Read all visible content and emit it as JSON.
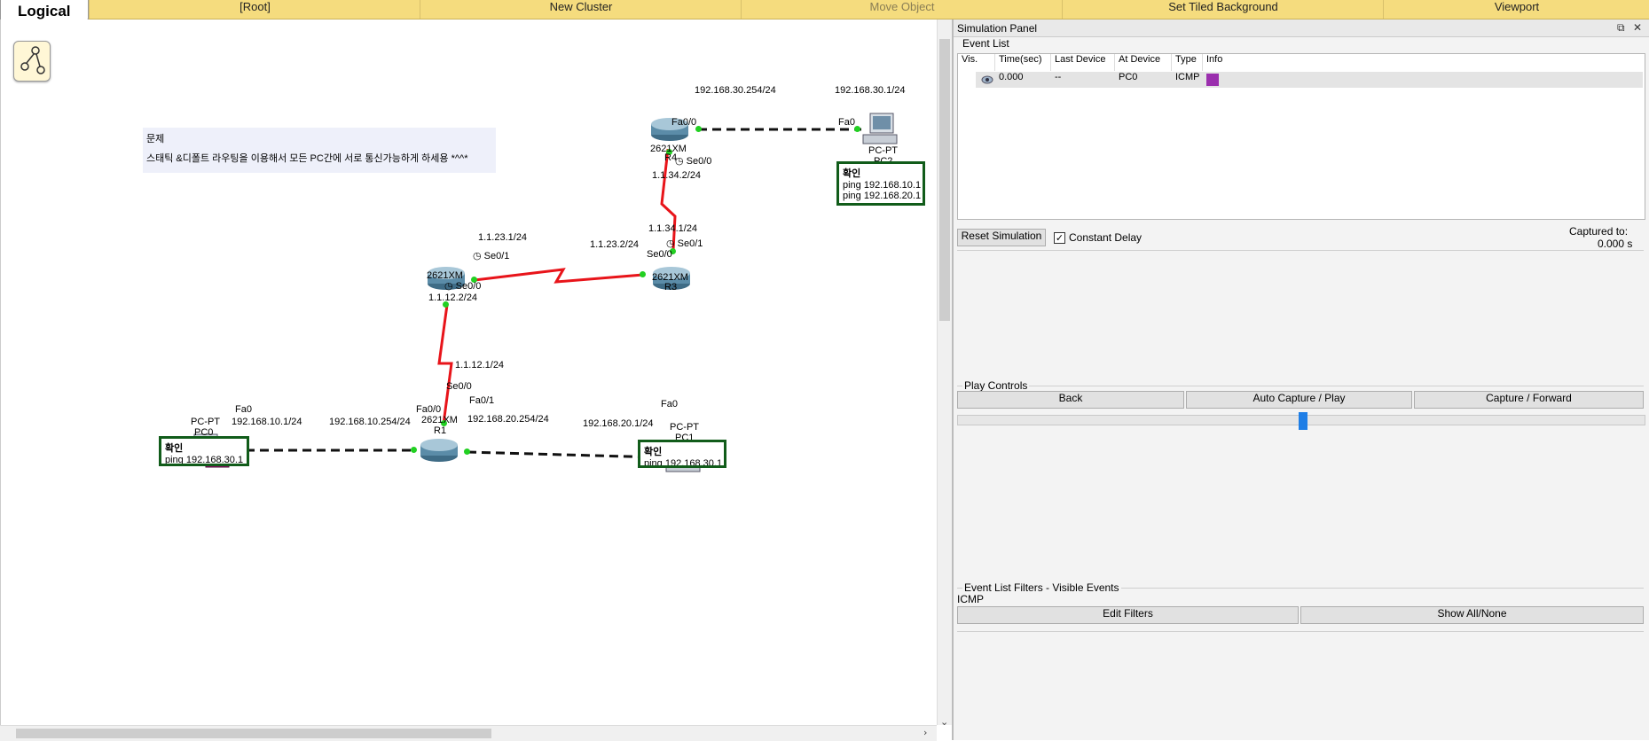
{
  "toolbar": {
    "workspace_label": "Logical",
    "root": "[Root]",
    "new_cluster": "New Cluster",
    "move_object": "Move Object",
    "set_tiled_background": "Set Tiled Background",
    "viewport": "Viewport"
  },
  "note": {
    "title": "문제",
    "body": "스태틱 &디폴트 라우팅을 이용해서 모든 PC간에 서로 통신가능하게 하세용 *^^*"
  },
  "devices": {
    "r1": {
      "model": "2621XM",
      "name": "R1"
    },
    "r2": {
      "model": "2621XM"
    },
    "r3": {
      "model": "2621XM",
      "name": "R3"
    },
    "r4": {
      "model": "2621XM",
      "name": "R4"
    },
    "pc0": {
      "type": "PC-PT",
      "name": "PC0"
    },
    "pc1": {
      "type": "PC-PT",
      "name": "PC1"
    },
    "pc2": {
      "type": "PC-PT",
      "name": "PC2"
    }
  },
  "labels": {
    "r4_fa00": "Fa0/0",
    "r4_se00": "Se0/0",
    "r4_fa_ip": "192.168.30.254/24",
    "pc2_fa0": "Fa0",
    "pc2_ip": "192.168.30.1/24",
    "r4_se_ip": "1.1.34.2/24",
    "r3_se01": "Se0/1",
    "r3_se01_ip": "1.1.34.1/24",
    "r3_se00": "Se0/0",
    "r3_se00_ip": "1.1.23.2/24",
    "r2_se01": "Se0/1",
    "r2_se01_ip": "1.1.23.1/24",
    "r2_se00": "Se0/0",
    "r2_se00_ip": "1.1.12.2/24",
    "r1_se00": "Se0/0",
    "r1_se00_ip": "1.1.12.1/24",
    "r1_fa00": "Fa0/0",
    "r1_fa01": "Fa0/1",
    "r1_fa00_ip": "192.168.10.254/24",
    "r1_fa01_ip": "192.168.20.254/24",
    "pc0_fa0": "Fa0",
    "pc0_ip": "192.168.10.1/24",
    "pc1_fa0": "Fa0",
    "pc1_ip": "192.168.20.1/24"
  },
  "pdu_boxes": {
    "pc2": {
      "title": "확인",
      "lines": [
        "ping 192.168.10.1",
        "ping 192.168.20.1"
      ]
    },
    "pc0": {
      "title": "확인",
      "lines": [
        "ping 192.168.30.1"
      ]
    },
    "pc1": {
      "title": "확인",
      "lines": [
        "ping 192.168.30.1"
      ]
    }
  },
  "panel": {
    "title": "Simulation Panel",
    "event_list_label": "Event List",
    "columns": [
      "Vis.",
      "Time(sec)",
      "Last Device",
      "At Device",
      "Type",
      "Info"
    ],
    "events": [
      {
        "time": "0.000",
        "last_device": "--",
        "at_device": "PC0",
        "type": "ICMP",
        "info_color": "#9b2fae"
      }
    ],
    "reset_simulation": "Reset Simulation",
    "constant_delay": "Constant Delay",
    "constant_delay_checked": true,
    "captured_to_label": "Captured to:",
    "captured_to_value": "0.000 s",
    "play_controls_label": "Play Controls",
    "back": "Back",
    "auto_capture": "Auto Capture / Play",
    "capture_forward": "Capture / Forward",
    "filters_label": "Event List Filters - Visible Events",
    "filter_value": "ICMP",
    "edit_filters": "Edit Filters",
    "show_all_none": "Show All/None"
  },
  "colors": {
    "toolbar_bg": "#f5dc7e",
    "serial_link": "#e8141a",
    "ethernet_link": "#111111",
    "port_up": "#22d022",
    "pdu_border": "#115c1a",
    "slider_thumb": "#1e7ee6"
  }
}
